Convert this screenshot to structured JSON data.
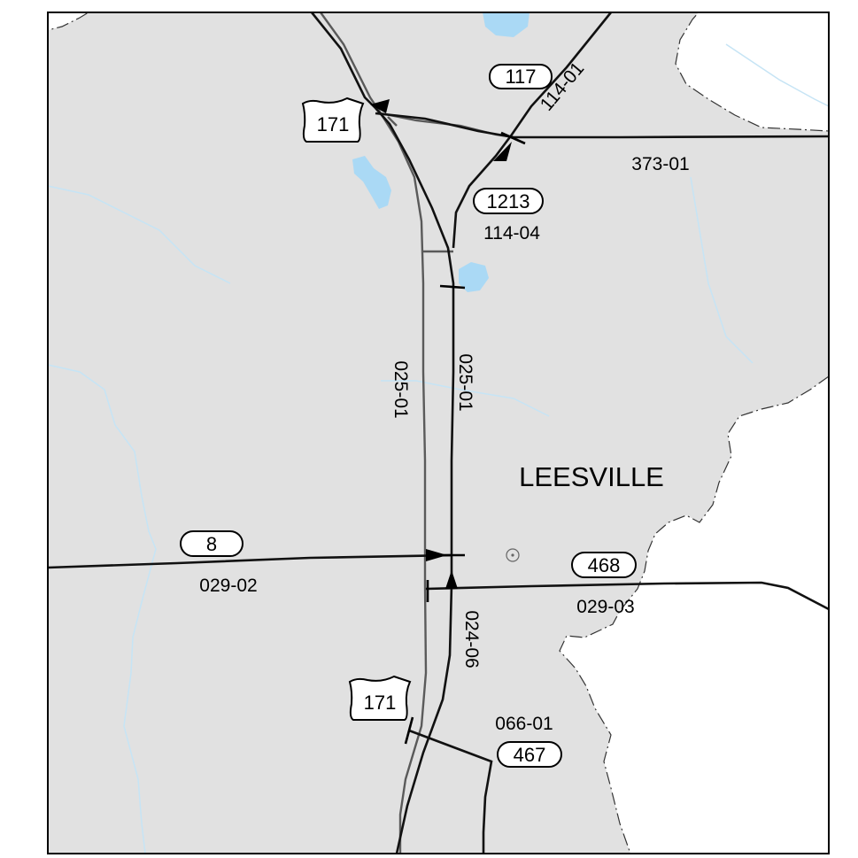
{
  "place": {
    "name": "LEESVILLE"
  },
  "route_shields": [
    {
      "id": "us171_top",
      "number": "171",
      "type": "us-highway"
    },
    {
      "id": "us171_bottom",
      "number": "171",
      "type": "us-highway"
    },
    {
      "id": "la117",
      "number": "117",
      "type": "state-route"
    },
    {
      "id": "la1213",
      "number": "1213",
      "type": "state-route"
    },
    {
      "id": "la8",
      "number": "8",
      "type": "state-route"
    },
    {
      "id": "la468",
      "number": "468",
      "type": "state-route"
    },
    {
      "id": "la467",
      "number": "467",
      "type": "state-route"
    }
  ],
  "control_sections": {
    "cs_114_01": "114-01",
    "cs_373_01": "373-01",
    "cs_114_04": "114-04",
    "cs_025_01_west": "025-01",
    "cs_025_01_east": "025-01",
    "cs_029_02": "029-02",
    "cs_029_03": "029-03",
    "cs_024_06": "024-06",
    "cs_066_01": "066-01"
  },
  "colors": {
    "land": "#e1e1e1",
    "water_area": "#ffffff",
    "lake": "#aad9f5",
    "stream": "#c6e4f5",
    "road": "#111111",
    "road_alt": "#5a5a5a",
    "boundary": "#333333"
  }
}
